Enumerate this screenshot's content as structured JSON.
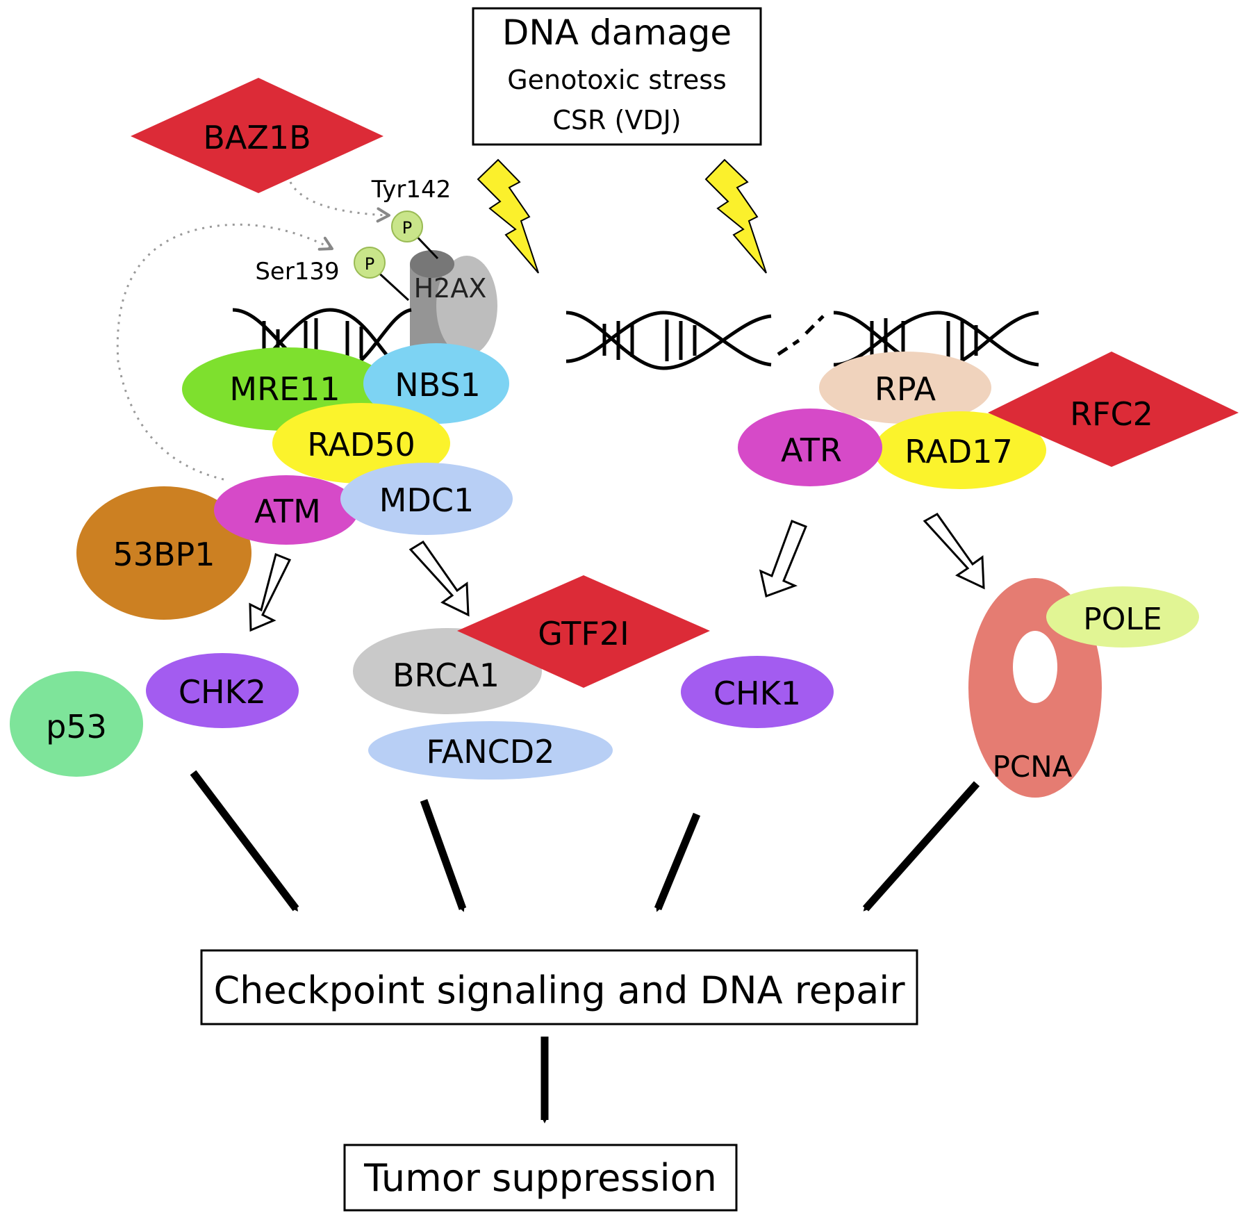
{
  "header_box": {
    "line1": "DNA damage",
    "line2": "Genotoxic stress",
    "line3": "CSR (VDJ)"
  },
  "regulators": {
    "baz1b": "BAZ1B",
    "rfc2": "RFC2",
    "gtf2i": "GTF2I"
  },
  "phospho_sites": {
    "tyr": "Tyr142",
    "ser": "Ser139",
    "p_symbol": "P",
    "histone": "H2AX"
  },
  "proteins": {
    "mre11": "MRE11",
    "nbs1": "NBS1",
    "rad50": "RAD50",
    "atm": "ATM",
    "mdc1": "MDC1",
    "bp53": "53BP1",
    "rpa": "RPA",
    "atr": "ATR",
    "rad17": "RAD17",
    "p53": "p53",
    "chk2": "CHK2",
    "brca1": "BRCA1",
    "fancd2": "FANCD2",
    "chk1": "CHK1",
    "pole": "POLE",
    "pcna": "PCNA"
  },
  "outcomes": {
    "checkpoint": "Checkpoint signaling and DNA repair",
    "tumor": "Tumor suppression"
  },
  "colors": {
    "regulator_red": "#dc2b37",
    "mre11_green": "#7ee02e",
    "nbs1_blue": "#7dd3f3",
    "rad50_yellow": "#fbf32c",
    "atm_magenta": "#d64ac8",
    "mdc1_blue": "#b8cff5",
    "bp53_orange": "#cc8022",
    "rpa_peach": "#f0d3bd",
    "chk_purple": "#a35cf0",
    "p53_green": "#7ee49a",
    "brca1_gray": "#c9c9c9",
    "pole_lime": "#e1f594",
    "pcna_salmon": "#e57c72",
    "bolt_yellow": "#fbf02c"
  }
}
